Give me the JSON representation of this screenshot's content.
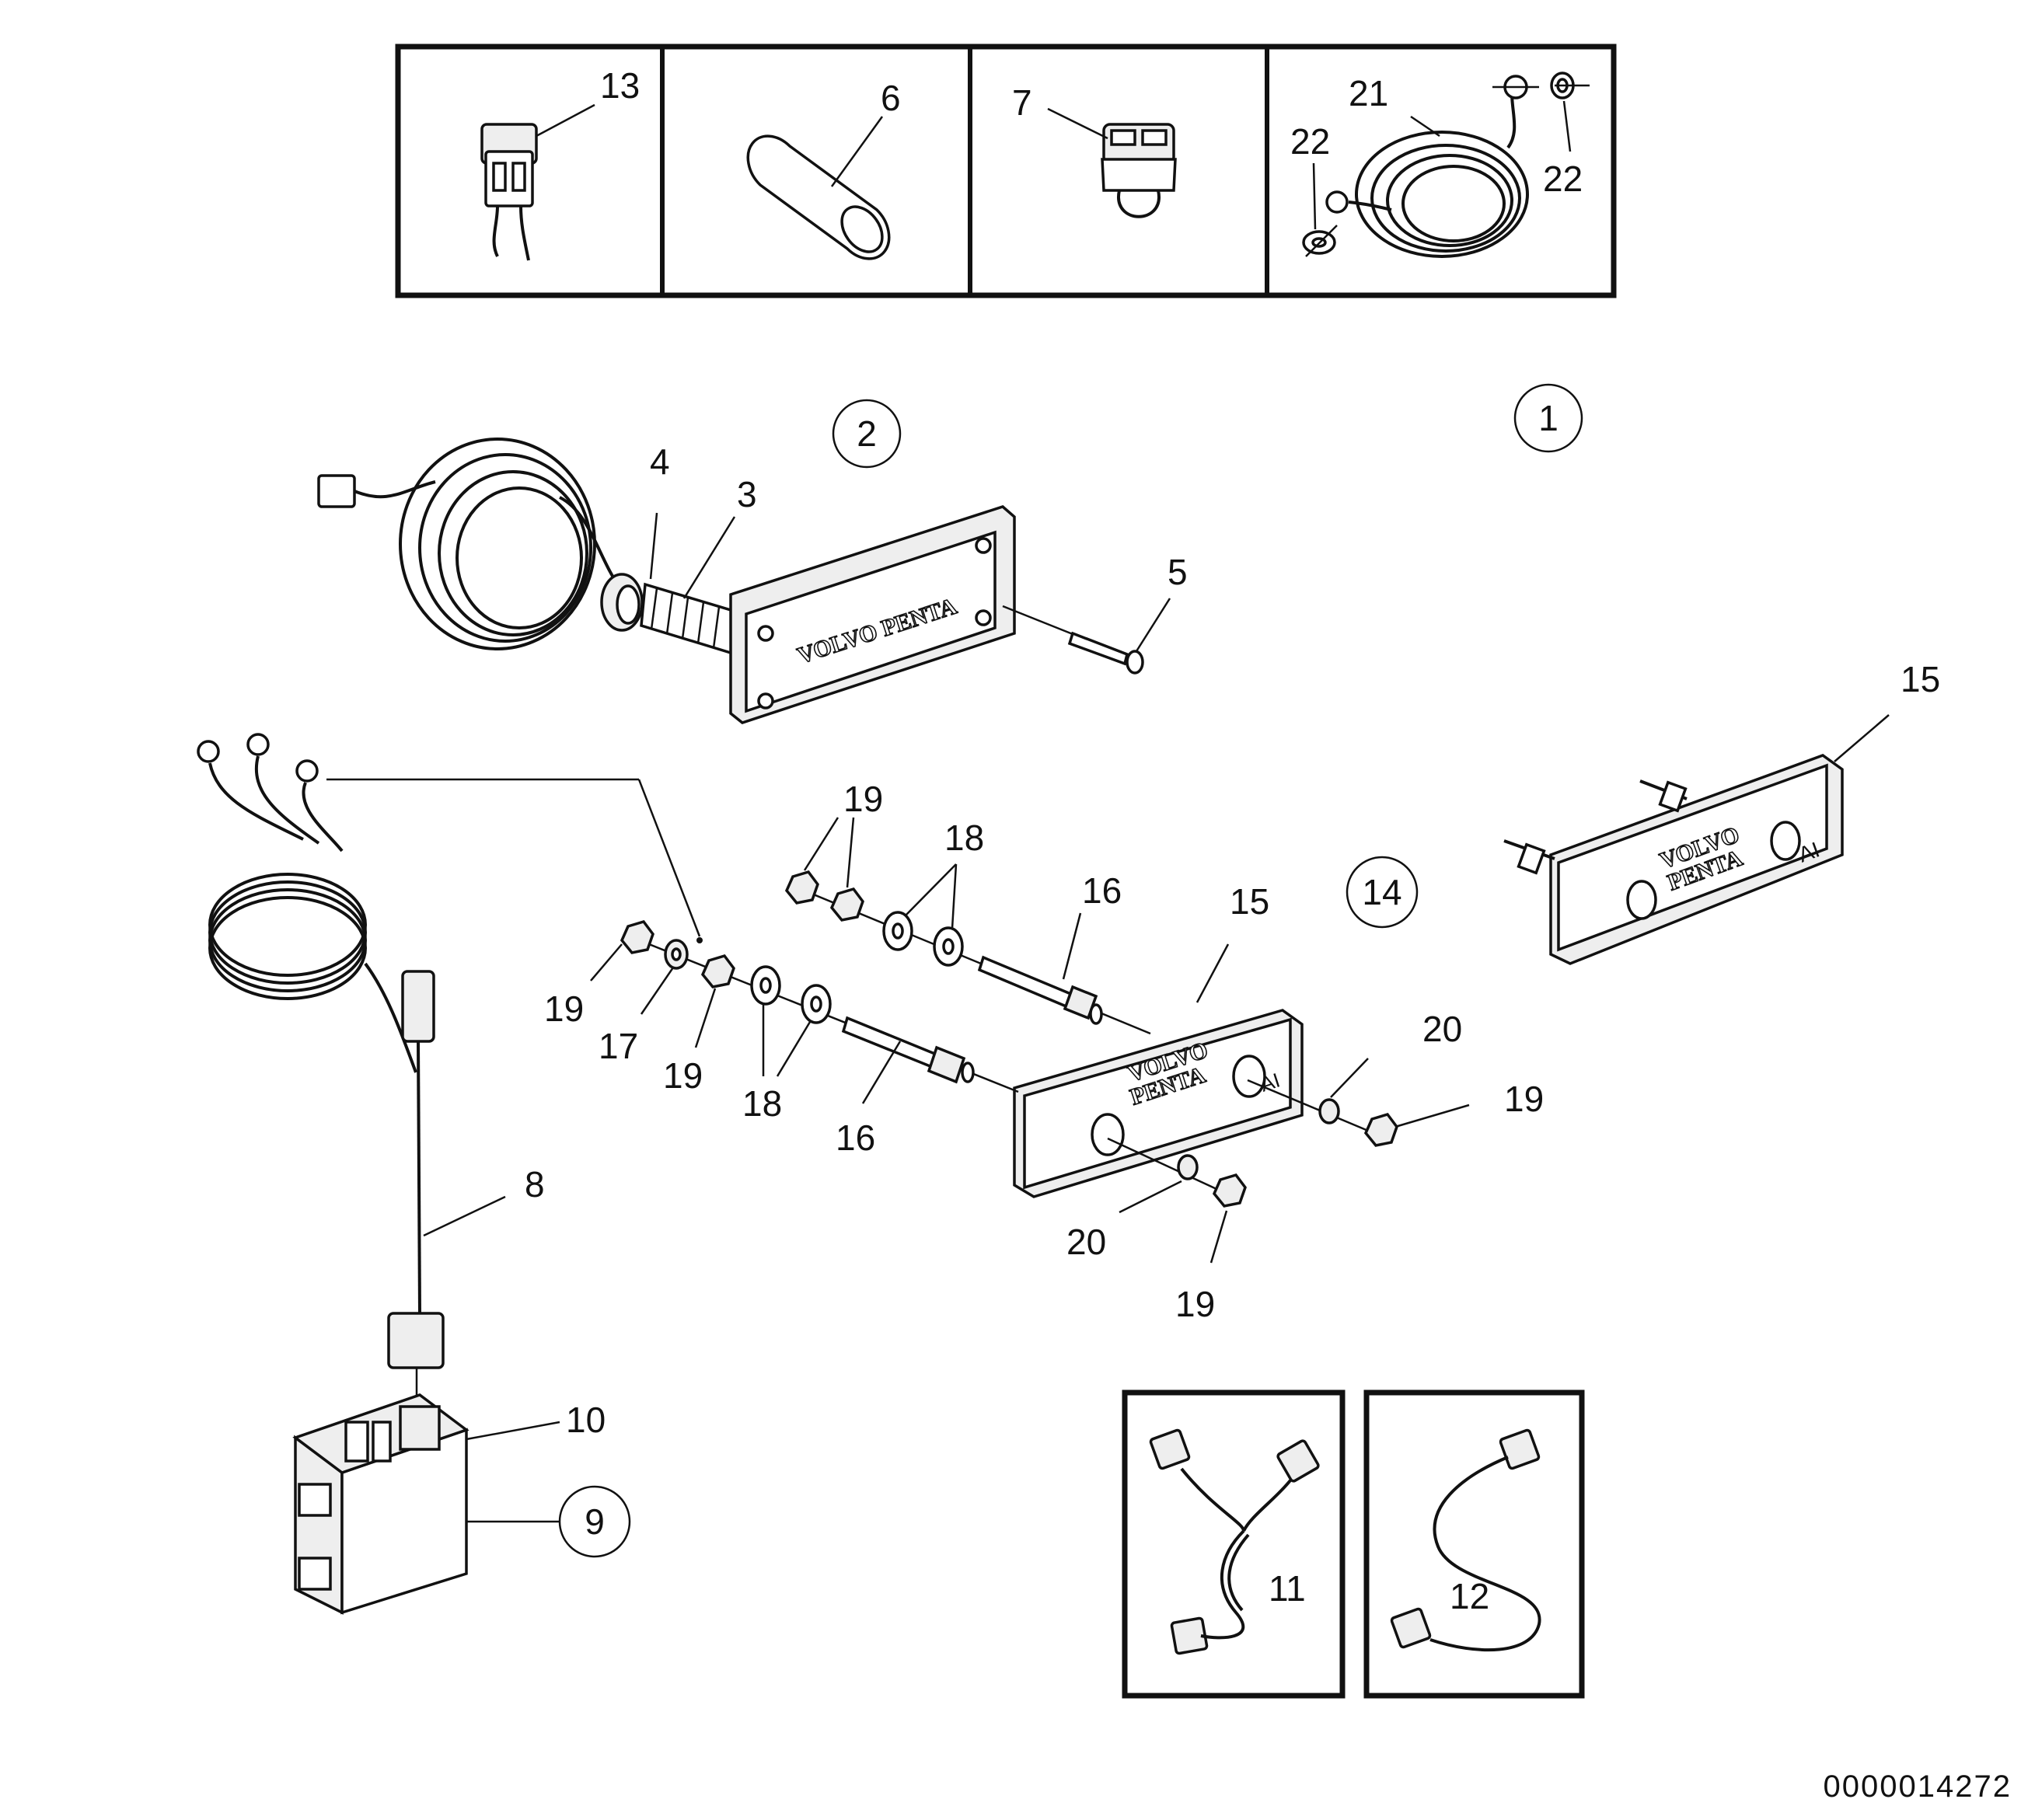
{
  "callouts": {
    "c1": "1",
    "c2": "2",
    "c3": "3",
    "c4": "4",
    "c5": "5",
    "c6": "6",
    "c7": "7",
    "c8": "8",
    "c9": "9",
    "c10": "10",
    "c11": "11",
    "c12": "12",
    "c13": "13",
    "c14": "14",
    "c15a": "15",
    "c15b": "15",
    "c16a": "16",
    "c16b": "16",
    "c17": "17",
    "c18a": "18",
    "c18b": "18",
    "c19a": "19",
    "c19b": "19",
    "c19c": "19",
    "c19d": "19",
    "c19e": "19",
    "c20a": "20",
    "c20b": "20",
    "c21": "21",
    "c22a": "22",
    "c22b": "22"
  },
  "emboss": {
    "plate_a": "VOLVO PENTA",
    "plate_b_l1": "VOLVO",
    "plate_b_l2": "PENTA",
    "plate_c_l1": "VOLVO",
    "plate_c_l2": "PENTA",
    "mark": "AI"
  },
  "reference_number": "0000014272",
  "colors": {
    "line": "#111111",
    "background": "#ffffff",
    "fill": "#eeeeee"
  }
}
